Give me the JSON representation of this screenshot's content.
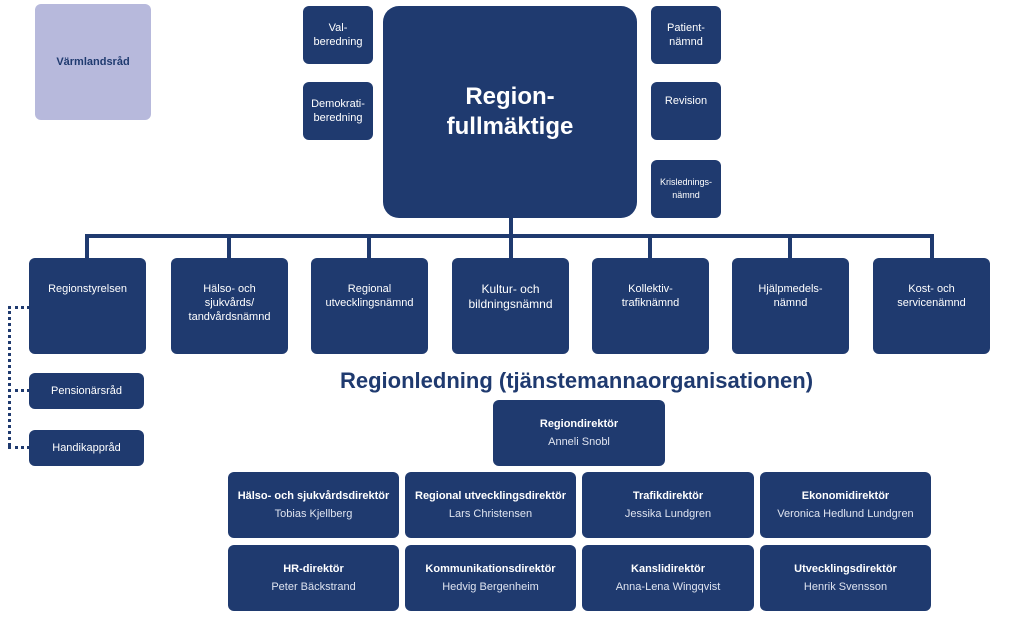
{
  "council_box": {
    "label": "Värmlandsråd"
  },
  "assembly": {
    "label": "Region-\nfullmäktige"
  },
  "side_committees": {
    "val": "Val-\nberedning",
    "demokrati": "Demokrati-\nberedning",
    "patient": "Patient-\nnämnd",
    "revision": "Revision",
    "kris": "Krislednings-\nnämnd"
  },
  "committees": [
    "Regionstyrelsen",
    "Hälso- och\nsjukvårds/\ntandvårdsnämnd",
    "Regional\nutvecklingsnämnd",
    "Kultur- och\nbildningsnämnd",
    "Kollektiv-\ntrafiknämnd",
    "Hjälpmedels-\nnämnd",
    "Kost- och\nservicenämnd"
  ],
  "councils": [
    "Pensionärsråd",
    "Handikappråd"
  ],
  "management_heading": "Regionledning (tjänstemannaorganisationen)",
  "director": {
    "title": "Regiondirektör",
    "name": "Anneli Snobl"
  },
  "directors": [
    {
      "title": "Hälso- och sjukvårdsdirektör",
      "name": "Tobias Kjellberg"
    },
    {
      "title": "Regional utvecklingsdirektör",
      "name": "Lars Christensen"
    },
    {
      "title": "Trafikdirektör",
      "name": "Jessika Lundgren"
    },
    {
      "title": "Ekonomidirektör",
      "name": "Veronica Hedlund Lundgren"
    },
    {
      "title": "HR-direktör",
      "name": "Peter Bäckstrand"
    },
    {
      "title": "Kommunikationsdirektör",
      "name": "Hedvig Bergenheim"
    },
    {
      "title": "Kanslidirektör",
      "name": "Anna-Lena Wingqvist"
    },
    {
      "title": "Utvecklingsdirektör",
      "name": "Henrik Svensson"
    }
  ],
  "colors": {
    "box": "#1f3a6f",
    "light_box": "#b7b9dc",
    "text_light": "#ffffff"
  }
}
